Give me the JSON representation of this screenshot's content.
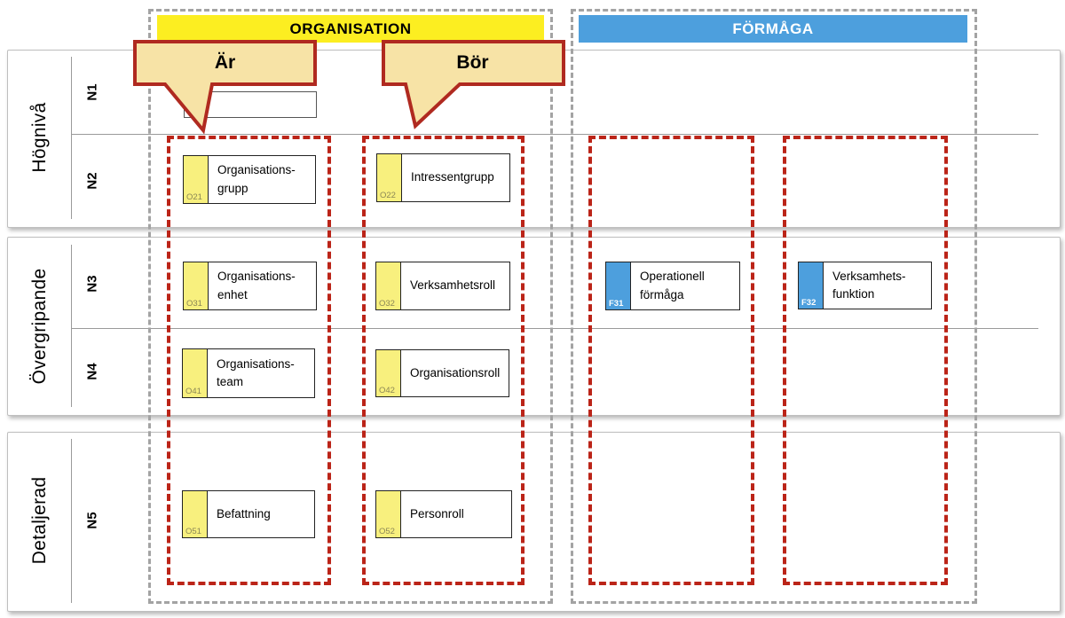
{
  "diagram": {
    "column_headers": [
      {
        "id": "organisation",
        "label": "ORGANISATION",
        "bg": "#fcee21",
        "text_color": "#000000"
      },
      {
        "id": "formaga",
        "label": "FÖRMÅGA",
        "bg": "#4d9fdd",
        "text_color": "#ffffff"
      }
    ],
    "callouts": [
      {
        "label": "Är"
      },
      {
        "label": "Bör"
      }
    ],
    "row_groups": [
      {
        "label": "Högnivå",
        "levels": [
          {
            "label": "N1"
          },
          {
            "label": "N2"
          }
        ]
      },
      {
        "label": "Övergripande",
        "levels": [
          {
            "label": "N3"
          },
          {
            "label": "N4"
          }
        ]
      },
      {
        "label": "Detaljerad",
        "levels": [
          {
            "label": "N5"
          }
        ]
      }
    ],
    "entities": [
      {
        "code": "O21",
        "line1": "Organisations-",
        "line2": "grupp",
        "type": "organisation",
        "level": "N2"
      },
      {
        "code": "O22",
        "line1": "Intressentgrupp",
        "line2": "",
        "type": "organisation",
        "level": "N2"
      },
      {
        "code": "O31",
        "line1": "Organisations-",
        "line2": "enhet",
        "type": "organisation",
        "level": "N3"
      },
      {
        "code": "O32",
        "line1": "Verksamhetsroll",
        "line2": "",
        "type": "organisation",
        "level": "N3"
      },
      {
        "code": "F31",
        "line1": "Operationell",
        "line2": "förmåga",
        "type": "formaga",
        "level": "N3"
      },
      {
        "code": "F32",
        "line1": "Verksamhets-",
        "line2": "funktion",
        "type": "formaga",
        "level": "N3"
      },
      {
        "code": "O41",
        "line1": "Organisations-",
        "line2": "team",
        "type": "organisation",
        "level": "N4"
      },
      {
        "code": "O42",
        "line1": "Organisationsroll",
        "line2": "",
        "type": "organisation",
        "level": "N4"
      },
      {
        "code": "O51",
        "line1": "Befattning",
        "line2": "",
        "type": "organisation",
        "level": "N5"
      },
      {
        "code": "O52",
        "line1": "Personroll",
        "line2": "",
        "type": "organisation",
        "level": "N5"
      }
    ],
    "colors": {
      "organisation_header_bg": "#fcee21",
      "formaga_header_bg": "#4d9fdd",
      "entity_tab_yellow": "#f8f07e",
      "entity_tab_blue": "#4d9fdd",
      "callout_fill": "#f7e3a6",
      "callout_border": "#b02a20",
      "selection_dash_red": "#bb2418",
      "group_dash_gray": "#a3a3a3"
    }
  }
}
